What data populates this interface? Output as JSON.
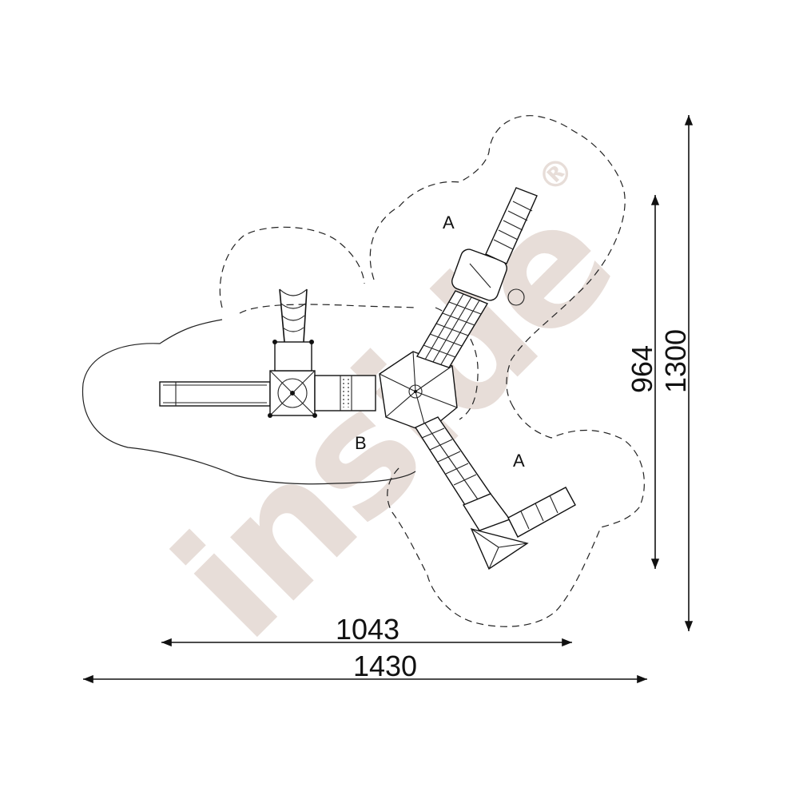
{
  "watermark": {
    "text": "inside",
    "mark": "®",
    "color": "#e7ddd8"
  },
  "zones": {
    "a_upper": "A",
    "a_lower": "A",
    "b": "B"
  },
  "dimensions": {
    "inner_width": "1043",
    "outer_width": "1430",
    "inner_height": "964",
    "outer_height": "1300"
  }
}
